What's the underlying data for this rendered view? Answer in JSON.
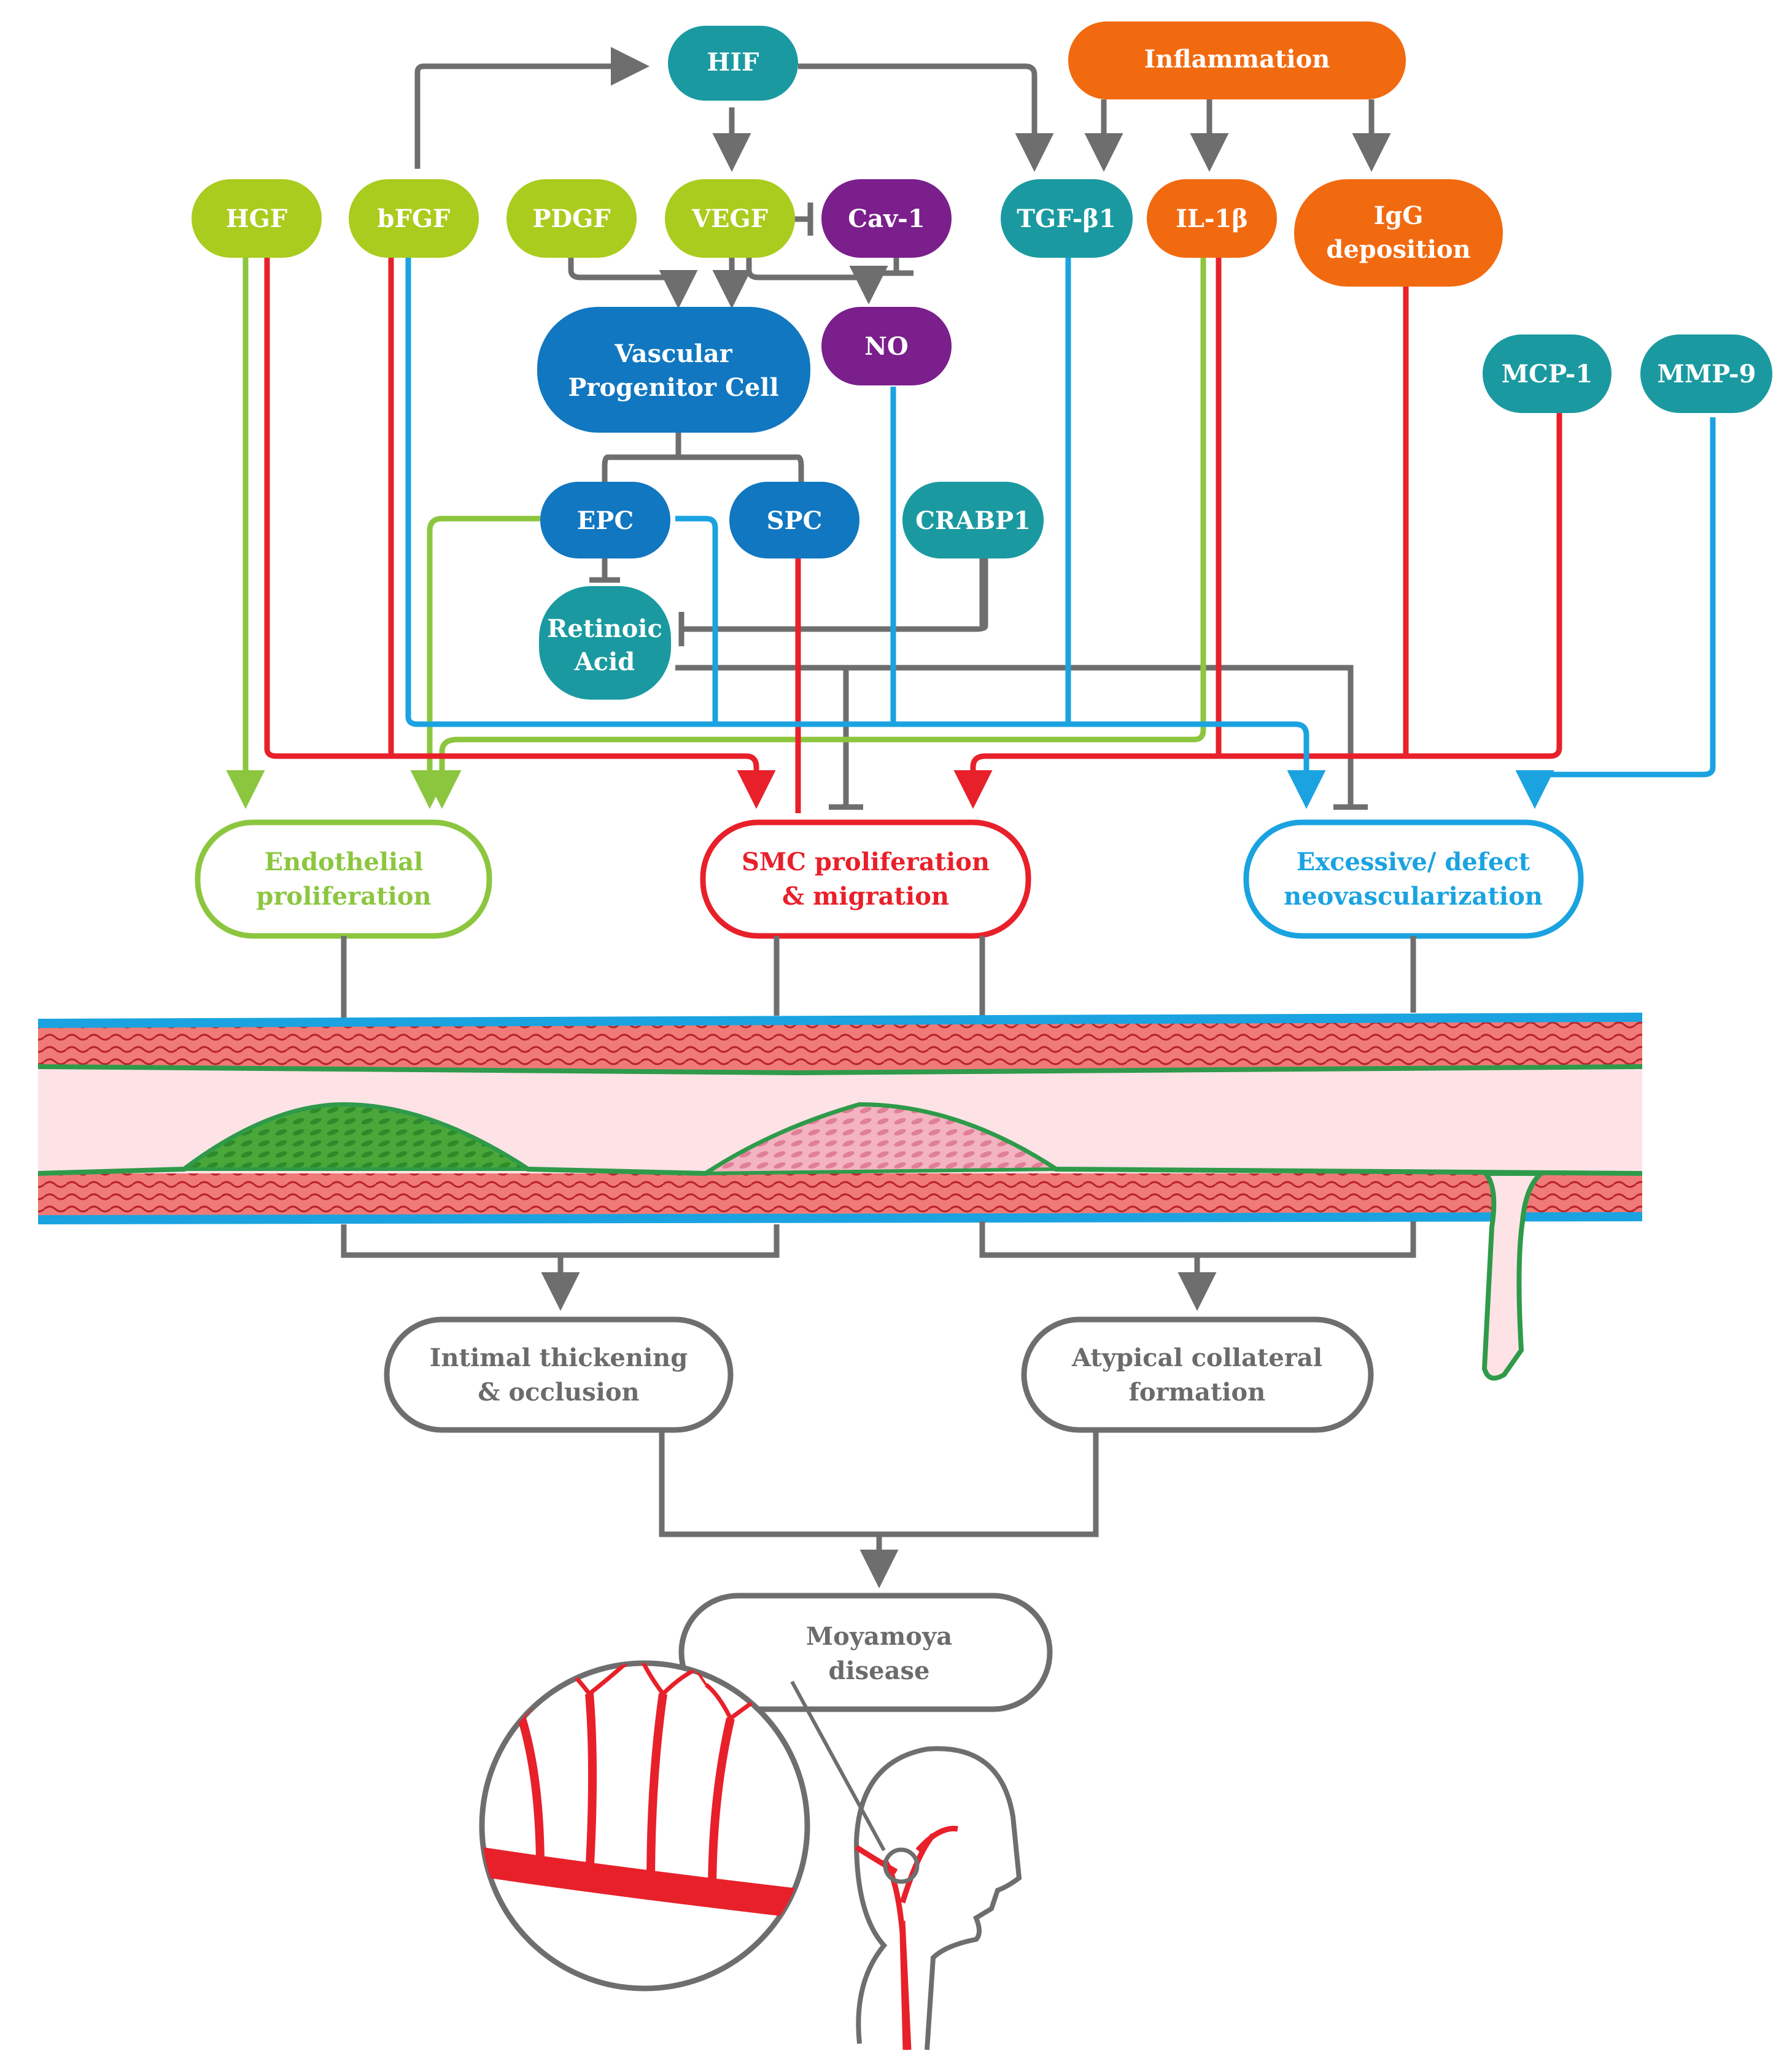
{
  "nodes": {
    "hif": "HIF",
    "inflammation": "Inflammation",
    "hgf": "HGF",
    "bfgf": "bFGF",
    "pdgf": "PDGF",
    "vegf": "VEGF",
    "cav1": "Cav-1",
    "tgfb1": "TGF-β1",
    "il1b": "IL-1β",
    "igg_line1": "IgG",
    "igg_line2": "deposition",
    "vpc_line1": "Vascular",
    "vpc_line2": "Progenitor Cell",
    "no": "NO",
    "mcp1": "MCP-1",
    "mmp9": "MMP-9",
    "epc": "EPC",
    "spc": "SPC",
    "crabp1": "CRABP1",
    "ra_line1": "Retinoic",
    "ra_line2": "Acid"
  },
  "outcomes": {
    "endo_line1": "Endothelial",
    "endo_line2": "proliferation",
    "smc_line1": "SMC proliferation",
    "smc_line2": "& migration",
    "neo_line1": "Excessive/ defect",
    "neo_line2": "neovascularization",
    "intimal_line1": "Intimal thickening",
    "intimal_line2": "& occlusion",
    "collateral_line1": "Atypical collateral",
    "collateral_line2": "formation",
    "moyamoya_line1": "Moyamoya",
    "moyamoya_line2": "disease"
  },
  "colors": {
    "lime": "#aacc1e",
    "teal": "#1a9aa0",
    "orange": "#f26a10",
    "purple": "#7a1f8c",
    "blue": "#1177c0",
    "red": "#e8202a",
    "green": "#8cc63f",
    "cyan": "#1aa3e0",
    "gray": "#6e6e6e"
  }
}
